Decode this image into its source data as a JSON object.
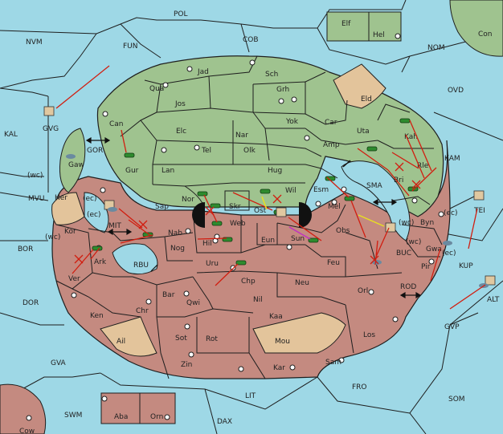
{
  "colors": {
    "sea": "#9ed8e6",
    "north": "#9fc38f",
    "south": "#c48a80",
    "neutral": "#e3c49b",
    "border": "#1e1e1e",
    "order_move": "#d11e10",
    "order_support": "#e8e020",
    "order_convoy": "#c030c0",
    "unit_army": "#2e8b2e",
    "unit_fleet": "#6a8aa0"
  },
  "map": {
    "sea_regions": [
      "POL",
      "NVM",
      "FUN",
      "COB",
      "NOM",
      "OVD",
      "KAL",
      "KAM",
      "MVU",
      "BOR",
      "DOR",
      "GVA",
      "SWM",
      "DAX",
      "LIT",
      "FRO",
      "SOM",
      "GVP",
      "ALT",
      "KUP",
      "ROD",
      "BUC",
      "RBU",
      "MIT",
      "GOR",
      "SMA",
      "Con"
    ],
    "north_regions": [
      "Jad",
      "Sch",
      "Qua",
      "Jos",
      "Grh",
      "Can",
      "Elc",
      "Nar",
      "Yok",
      "Car",
      "Uta",
      "Gur",
      "Tel",
      "Olk",
      "Amp",
      "Kah",
      "Lan",
      "Hug",
      "Gaw",
      "Esm",
      "Rle",
      "Nor",
      "Skr",
      "Wil",
      "Elf",
      "Hel"
    ],
    "south_regions": [
      "Sap",
      "Web",
      "Ost",
      "Mel",
      "Bri",
      "Her",
      "Kor",
      "Ver",
      "Ark",
      "Nab",
      "Nog",
      "Hil",
      "Eun",
      "Sun",
      "Obs",
      "Byn",
      "Gwa",
      "Pir",
      "Uru",
      "Feu",
      "Chp",
      "Neu",
      "Bar",
      "Qwi",
      "Orl",
      "Ken",
      "Chr",
      "Nil",
      "Kaa",
      "Sot",
      "Rot",
      "Mou",
      "Los",
      "Zin",
      "Kar",
      "Sam",
      "Aba",
      "Orn",
      "Cow"
    ],
    "neutral_regions": [
      "Eld",
      "Her",
      "Ail",
      "Mou"
    ],
    "coast_tags": [
      "(wc)",
      "(ec)",
      "(wc)",
      "(ec)",
      "(wc)",
      "(ec)"
    ]
  }
}
